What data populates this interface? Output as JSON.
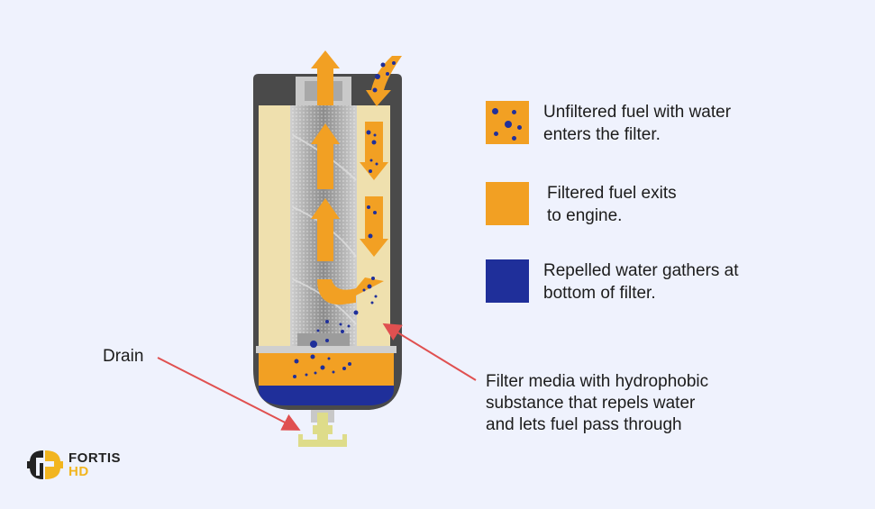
{
  "colors": {
    "background": "#eff2fd",
    "fuel_orange": "#f2a023",
    "water_blue": "#1f2f9a",
    "media_cream": "#efe0ae",
    "housing_dark": "#4a4a4a",
    "core_gray": "#b8b8b8",
    "drain_yellow": "#dedc8a",
    "arrow_red": "#e05050",
    "logo_yellow": "#f2b51f",
    "logo_dark": "#222222"
  },
  "legend": {
    "items": [
      {
        "swatch": "orange-with-dots",
        "text_line1": "Unfiltered fuel with water",
        "text_line2": "enters the filter."
      },
      {
        "swatch": "orange",
        "text_line1": "Filtered fuel exits",
        "text_line2": "to engine."
      },
      {
        "swatch": "blue",
        "text_line1": "Repelled water gathers at",
        "text_line2": "bottom of filter."
      }
    ]
  },
  "callouts": {
    "drain": "Drain",
    "media_line1": "Filter media with hydrophobic",
    "media_line2": "substance that repels water",
    "media_line3": "and lets fuel pass through"
  },
  "logo": {
    "line1": "FORTIS",
    "line2": "HD"
  }
}
